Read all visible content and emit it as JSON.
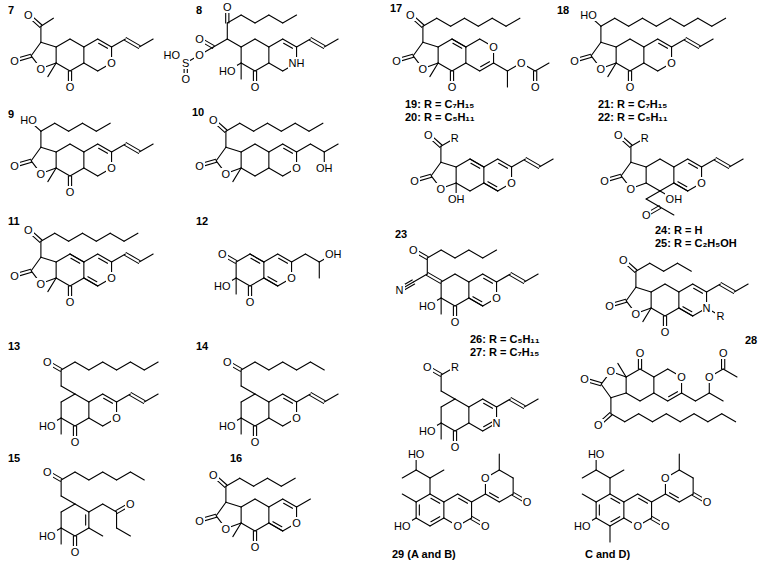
{
  "diagram": {
    "labels": [
      "7",
      "O",
      "O",
      "O",
      "O",
      "O",
      "8",
      "O",
      "O",
      "HO",
      "S",
      "O",
      "O",
      "HO",
      "O",
      "NH",
      "17",
      "O",
      "O",
      "O",
      "O",
      "O",
      "O",
      "O",
      "18",
      "HO",
      "O",
      "O",
      "O",
      "O",
      "9",
      "HO",
      "O",
      "O",
      "O",
      "O",
      "10",
      "O",
      "O",
      "O",
      "O",
      "OH",
      "19: R = C₇H₁₅",
      "20: R = C₅H₁₁",
      "O",
      "R",
      "O",
      "O",
      "OH",
      "O",
      "21: R = C₇H₁₅",
      "22: R = C₅H₁₁",
      "O",
      "R",
      "O",
      "O",
      "OH",
      "O",
      "O",
      "11",
      "O",
      "O",
      "O",
      "O",
      "O",
      "12",
      "O",
      "HO",
      "O",
      "O",
      "OH",
      "23",
      "O",
      "N",
      "HO",
      "O",
      "O",
      "24: R = H",
      "25: R = C₂H₅OH",
      "O",
      "O",
      "O",
      "O",
      "N",
      "R",
      "13",
      "O",
      "HO",
      "O",
      "O",
      "14",
      "O",
      "HO",
      "O",
      "O",
      "26: R = C₅H₁₁",
      "27: R = C₇H₁₅",
      "O",
      "R",
      "HO",
      "O",
      "N",
      "28",
      "O",
      "O",
      "O",
      "O",
      "O",
      "O",
      "O",
      "15",
      "O",
      "HO",
      "O",
      "O",
      "16",
      "O",
      "O",
      "O",
      "O",
      "O",
      "HO",
      "O",
      "O",
      "HO",
      "O",
      "O",
      "29 (A and B)",
      "HO",
      "O",
      "O",
      "HO",
      "O",
      "O",
      "C and D)"
    ]
  }
}
